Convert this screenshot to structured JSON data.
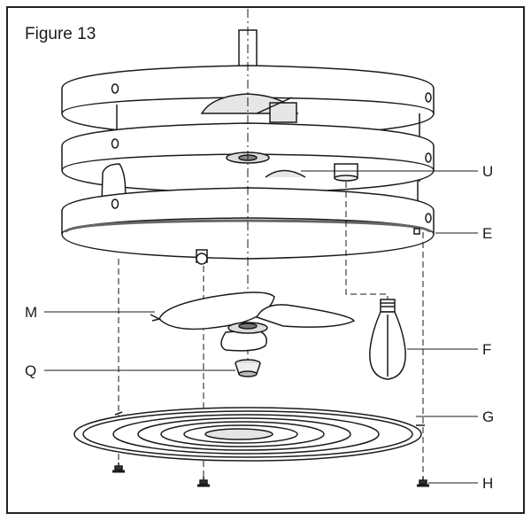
{
  "figure": {
    "title": "Figure 13"
  },
  "callouts": {
    "U": "U",
    "E": "E",
    "M": "M",
    "F": "F",
    "Q": "Q",
    "G": "G",
    "H": "H"
  },
  "colors": {
    "line": "#1a1a1a",
    "fill_gray": "#cfcfcf",
    "dark": "#555555"
  }
}
